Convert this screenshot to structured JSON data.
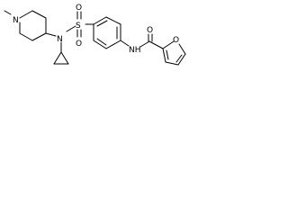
{
  "molecule": {
    "atoms": {
      "n_methyl": "N",
      "n_sulfonamide": "N",
      "sulfur": "S",
      "oxygen_top": "O",
      "oxygen_bottom": "O",
      "nh_amide": "NH",
      "oxygen_carbonyl": "O",
      "oxygen_furan": "O"
    }
  }
}
